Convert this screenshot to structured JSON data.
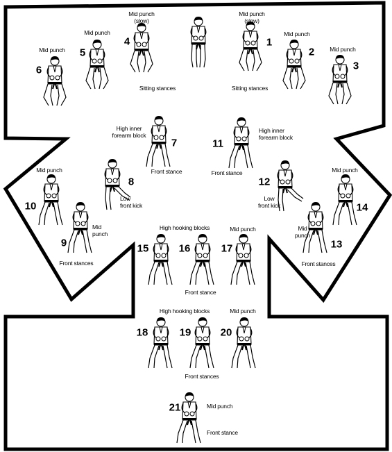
{
  "diagram": {
    "steps": [
      {
        "number": "1",
        "label": "Mid punch\n(slow)"
      },
      {
        "number": "2",
        "label": "Mid punch"
      },
      {
        "number": "3",
        "label": "Mid punch"
      },
      {
        "number": "4",
        "label": "Mid punch\n(slow)"
      },
      {
        "number": "5",
        "label": "Mid punch"
      },
      {
        "number": "6",
        "label": "Mid punch"
      },
      {
        "number": "7",
        "label": "High inner\nforearm block"
      },
      {
        "number": "8",
        "label": "Low\nfront kick"
      },
      {
        "number": "9",
        "label": "Mid\npunch"
      },
      {
        "number": "10",
        "label": "Mid punch"
      },
      {
        "number": "11",
        "label": "High inner\nforearm block"
      },
      {
        "number": "12",
        "label": "Low\nfront kick"
      },
      {
        "number": "13",
        "label": "Mid\npunch"
      },
      {
        "number": "14",
        "label": "Mid punch"
      },
      {
        "number": "15",
        "label": ""
      },
      {
        "number": "16",
        "label": ""
      },
      {
        "number": "17",
        "label": ""
      },
      {
        "number": "18",
        "label": ""
      },
      {
        "number": "19",
        "label": ""
      },
      {
        "number": "20",
        "label": ""
      },
      {
        "number": "21",
        "label": "Mid punch"
      }
    ],
    "stance_labels": {
      "sitting_left": "Sitting stances",
      "sitting_right": "Sitting stances",
      "front_7": "Front stance",
      "front_11": "Front stance",
      "front_left_wing": "Front stances",
      "front_right_wing": "Front stances",
      "front_row1": "Front stance",
      "front_row2": "Front stances",
      "front_21": "Front stance"
    },
    "group_labels": {
      "hooking_row1": "High hooking blocks",
      "punch_row1": "Mid punch",
      "hooking_row2": "High hooking blocks",
      "punch_row2": "Mid punch"
    }
  }
}
